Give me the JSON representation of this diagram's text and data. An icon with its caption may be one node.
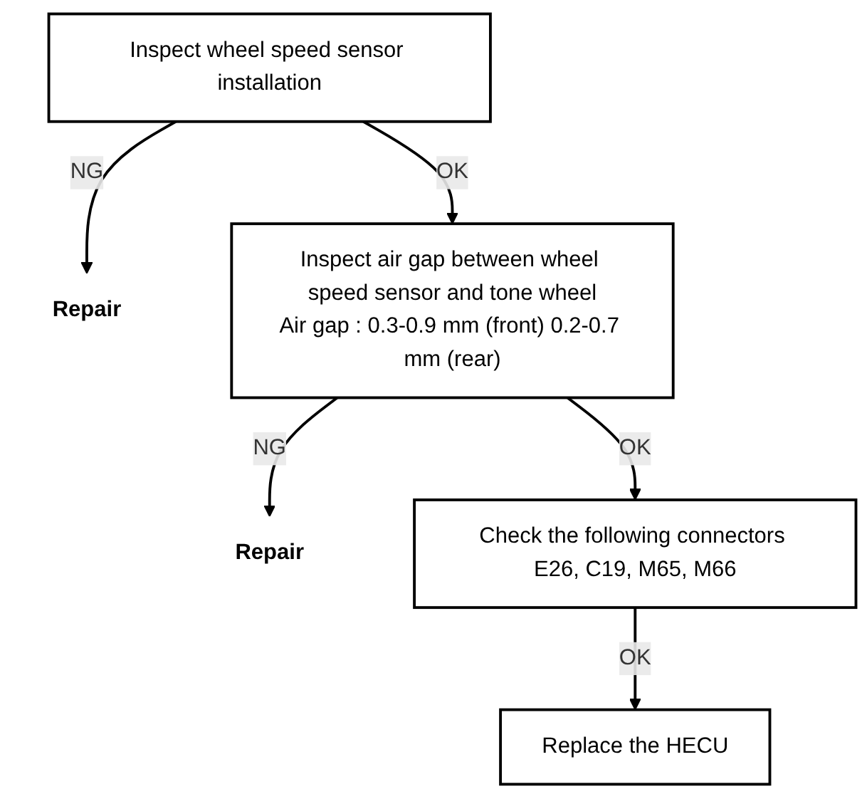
{
  "diagram": {
    "nodes": [
      {
        "text": [
          "Inspect wheel speed sensor installation"
        ]
      },
      {
        "text": [
          "Repair"
        ]
      },
      {
        "text": [
          "Inspect air gap between wheel speed sensor and tone wheel",
          "Air gap : 0.3-0.9 mm (front) 0.2-0.7 mm (rear)"
        ]
      },
      {
        "text": [
          "Repair"
        ]
      },
      {
        "text": [
          "Check the following connectors E26, C19, M65, M66"
        ]
      },
      {
        "text": [
          "Replace the HECU"
        ]
      }
    ],
    "edges": [
      {
        "from": 0,
        "to": 1,
        "arrow": "to",
        "label": "NG"
      },
      {
        "from": 0,
        "to": 2,
        "arrow": "to",
        "label": "OK"
      },
      {
        "from": 2,
        "to": 3,
        "arrow": "to",
        "label": "NG"
      },
      {
        "from": 2,
        "to": 4,
        "arrow": "to",
        "label": "OK"
      },
      {
        "from": 4,
        "to": 5,
        "arrow": "to",
        "label": "OK"
      }
    ]
  }
}
